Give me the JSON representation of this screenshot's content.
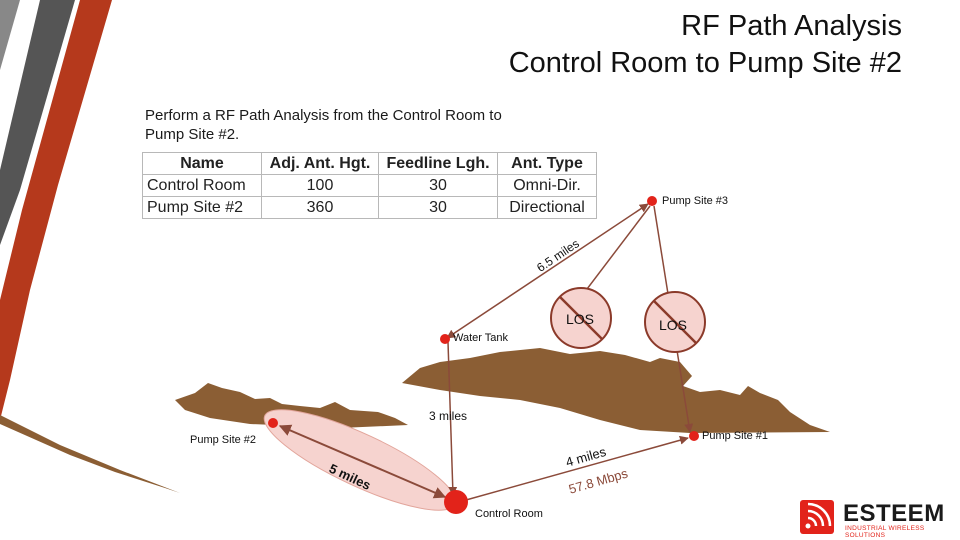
{
  "title": {
    "line1": "RF Path Analysis",
    "line2": "Control Room to Pump Site #2"
  },
  "intro": {
    "line1": "Perform a RF Path Analysis from the Control Room to",
    "line2": "Pump Site #2."
  },
  "table": {
    "headers": [
      "Name",
      "Adj. Ant. Hgt.",
      "Feedline Lgh.",
      "Ant. Type"
    ],
    "rows": [
      [
        "Control Room",
        "100",
        "30",
        "Omni-Dir."
      ],
      [
        "Pump Site #2",
        "360",
        "30",
        "Directional"
      ]
    ]
  },
  "diagram": {
    "sites": {
      "pump3": "Pump Site #3",
      "water_tank": "Water Tank",
      "pump2": "Pump Site #2",
      "pump1": "Pump Site #1",
      "control_room": "Control Room"
    },
    "distances": {
      "pump3_water": "6.5 miles",
      "water_control": "3 miles",
      "control_pump2": "5 miles",
      "control_pump1": "4 miles",
      "control_pump1_rate": "57.8 Mbps"
    },
    "los_labels": [
      "LOS",
      "LOS"
    ],
    "colors": {
      "site_dot": "#e2231a",
      "terrain": "#8b5e34",
      "link_line": "#8b4a3a",
      "highlight": "#f6d3cf"
    }
  },
  "logo": {
    "name": "ESTEEM",
    "tagline": "INDUSTRIAL WIRELESS SOLUTIONS",
    "icon": "wireless-signal-icon"
  }
}
